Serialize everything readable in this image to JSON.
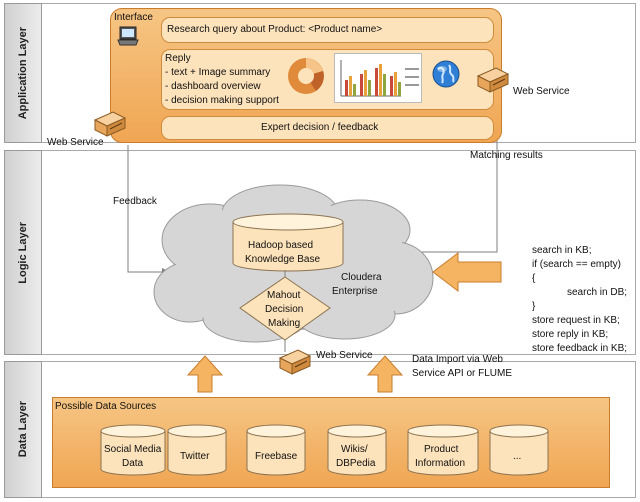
{
  "layers": {
    "application": "Application Layer",
    "logic": "Logic Layer",
    "data": "Data Layer"
  },
  "interface": {
    "title": "Interface",
    "query": "Research query about Product: <Product name>",
    "reply_title": "Reply",
    "reply_items": [
      "- text + Image summary",
      "- dashboard overview",
      "- decision making support"
    ],
    "feedback": "Expert decision / feedback"
  },
  "web_services": {
    "left": "Web Service",
    "right": "Web Service",
    "bottom": "Web Service"
  },
  "flows": {
    "feedback": "Feedback",
    "matching": "Matching results",
    "import_line1": "Data Import via Web",
    "import_line2": "Service API or FLUME"
  },
  "knowledge_base": {
    "line1": "Hadoop based",
    "line2": "Knowledge Base"
  },
  "cloudera": {
    "line1": "Cloudera",
    "line2": "Enterprise"
  },
  "mahout": {
    "line1": "Mahout",
    "line2": "Decision",
    "line3": "Making"
  },
  "pseudocode": [
    "search in KB;",
    "if (search == empty)",
    "{",
    "search in DB;",
    "}",
    "store request in KB;",
    "store reply in KB;",
    "store feedback in KB;"
  ],
  "data_sources": {
    "title": "Possible Data Sources",
    "items": [
      {
        "line1": "Social Media",
        "line2": "Data"
      },
      {
        "line1": "Twitter",
        "line2": ""
      },
      {
        "line1": "Freebase",
        "line2": ""
      },
      {
        "line1": "Wikis/",
        "line2": "DBPedia"
      },
      {
        "line1": "Product",
        "line2": "Information"
      },
      {
        "line1": "...",
        "line2": ""
      }
    ]
  },
  "colors": {
    "orange": "#f0a653",
    "orange_light": "#fde3bb",
    "arrow": "#f5b462",
    "cloud": "#d4d4d4"
  },
  "icons": [
    "computer-icon",
    "pie-chart-icon",
    "bar-chart-icon",
    "globe-icon",
    "server-icon"
  ]
}
